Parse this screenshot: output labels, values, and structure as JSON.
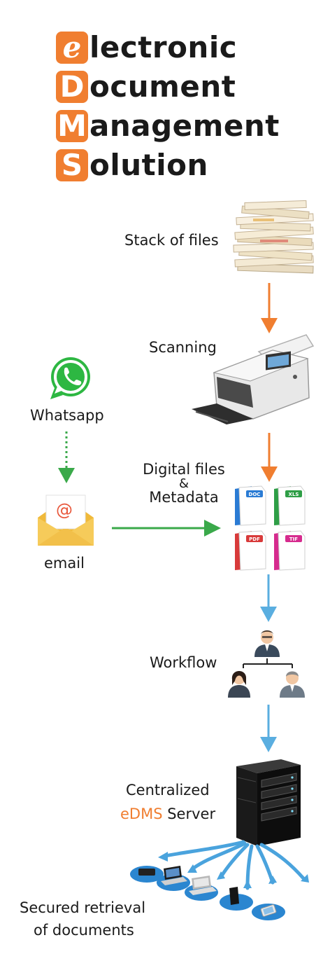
{
  "title": {
    "lines": [
      {
        "letter": "e",
        "rest": "lectronic"
      },
      {
        "letter": "D",
        "rest": "ocument"
      },
      {
        "letter": "M",
        "rest": "anagement"
      },
      {
        "letter": "S",
        "rest": "olution"
      }
    ]
  },
  "labels": {
    "stack_of_files": "Stack of files",
    "scanning": "Scanning",
    "whatsapp": "Whatsapp",
    "digital_files_line1": "Digital files",
    "digital_files_line2": "&",
    "digital_files_line3": "Metadata",
    "email": "email",
    "workflow": "Workflow",
    "server_line1": "Centralized",
    "server_edms": "eDMS",
    "server_rest": " Server",
    "retrieval_line1": "Secured retrieval",
    "retrieval_line2": "of documents"
  },
  "file_types": [
    "DOC",
    "XLS",
    "PDF",
    "TIF"
  ],
  "email_symbol": "@",
  "colors": {
    "brand_orange": "#f07e30",
    "flow_green": "#3aa94a",
    "flow_blue": "#5aaee0",
    "whatsapp_green": "#2db742"
  },
  "icons": [
    "files-stack-icon",
    "scanner-icon",
    "whatsapp-icon",
    "email-envelope-icon",
    "document-files-icon",
    "workflow-people-icon",
    "server-icon",
    "devices-icon"
  ]
}
